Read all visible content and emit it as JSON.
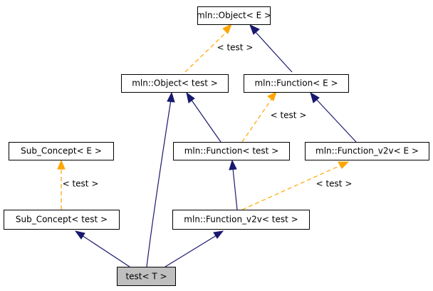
{
  "colors": {
    "inheritance_edge": "#191970",
    "template_edge": "#ffa500",
    "highlight_fill": "#bfbfbf",
    "node_border": "#000000"
  },
  "nodes": {
    "object_e": "mln::Object< E >",
    "object_test": "mln::Object< test >",
    "function_e": "mln::Function< E >",
    "function_test": "mln::Function< test >",
    "function_v2v_e": "mln::Function_v2v< E >",
    "function_v2v_test": "mln::Function_v2v< test >",
    "sub_concept_e": "Sub_Concept< E >",
    "sub_concept_test": "Sub_Concept< test >",
    "test_t": "test< T >"
  },
  "edge_labels": {
    "object": "< test >",
    "function": "< test >",
    "function_v2v": "< test >",
    "sub_concept": "< test >"
  }
}
